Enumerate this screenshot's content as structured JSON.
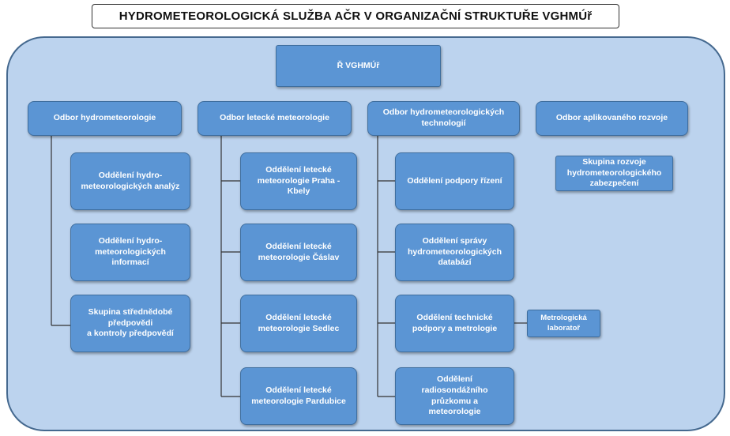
{
  "title": "HYDROMETEOROLOGICKÁ SLUŽBA AČR V ORGANIZAČNÍ STRUKTUŘE VGHMÚř",
  "colors": {
    "box_fill": "#5b95d4",
    "panel_fill": "#bcd3ee",
    "panel_border": "#45698f",
    "connector": "#333333"
  },
  "root": "Ř VGHMÚř",
  "departments": [
    {
      "label": "Odbor hydrometeorologie",
      "units": [
        "Oddělení hydro-\nmeteorologických analýz",
        "Oddělení hydro-\nmeteorologických\ninformací",
        "Skupina střednědobé\npředpovědi\na kontroly předpovědí"
      ]
    },
    {
      "label": "Odbor letecké meteorologie",
      "units": [
        "Oddělení letecké\nmeteorologie Praha -\nKbely",
        "Oddělení letecké\nmeteorologie Čáslav",
        "Oddělení letecké\nmeteorologie Sedlec",
        "Oddělení letecké\nmeteorologie Pardubice"
      ]
    },
    {
      "label": "Odbor hydrometeorologických\ntechnologií",
      "units": [
        "Oddělení podpory řízení",
        "Oddělení správy\nhydrometeorologických\ndatabází",
        "Oddělení technické\npodpory a metrologie",
        "Oddělení\nradiosondážního\nprůzkomu a\nmeteorologie"
      ],
      "sub_unit": "Metrologická\nlaboratoř"
    },
    {
      "label": "Odbor aplikovaného rozvoje",
      "units": [
        "Skupina rozvoje\nhydrometeorologického\nzabezpečení"
      ]
    }
  ]
}
